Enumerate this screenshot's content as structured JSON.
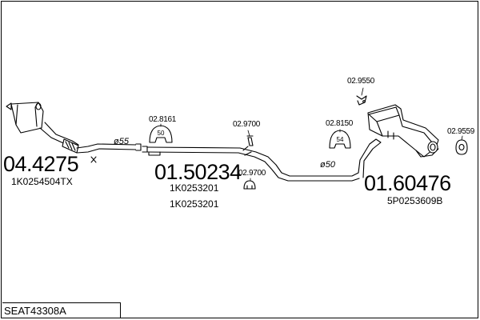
{
  "title": "SEAT43308A",
  "parts": [
    {
      "id": "front",
      "number": "04.4275",
      "oe": [
        "1K0254504TX"
      ]
    },
    {
      "id": "middle",
      "number": "01.50234",
      "oe": [
        "1K0253201",
        "1K0253201"
      ]
    },
    {
      "id": "rear",
      "number": "01.60476",
      "oe": [
        "5P0253609B"
      ]
    }
  ],
  "accessories": {
    "hanger_front": "02.8161",
    "hanger_front_size": "50",
    "rubber_top": "02.9700",
    "rubber_bottom": "02.9700",
    "clamp_rear": "02.8150",
    "clamp_rear_size": "54",
    "mount_rear": "02.9550",
    "ring_tail": "02.9559"
  },
  "pipe_diameters": {
    "front": "ø55",
    "rear": "ø50"
  },
  "colors": {
    "line": "#000000",
    "background": "#ffffff"
  }
}
